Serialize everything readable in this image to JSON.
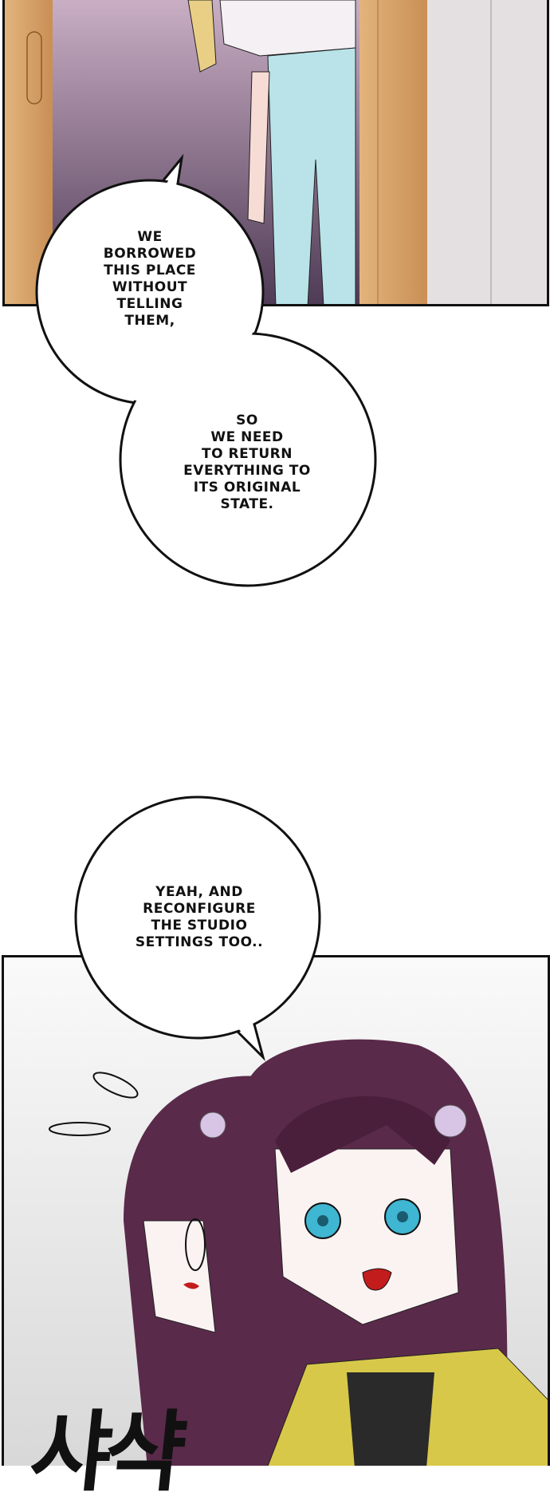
{
  "panels": [
    {
      "id": "panel-1",
      "scene": "doorway"
    },
    {
      "id": "panel-2",
      "scene": "two-girls"
    }
  ],
  "bubbles": [
    {
      "text": "WE\nBORROWED\nTHIS PLACE\nWITHOUT\nTELLING\nTHEM,"
    },
    {
      "text": "SO\nWE NEED\nTO RETURN\nEVERYTHING TO\nITS ORIGINAL\nSTATE."
    },
    {
      "text": "YEAH, AND\nRECONFIGURE\nTHE STUDIO\nSETTINGS TOO.."
    }
  ],
  "sfx": "샤샥",
  "colors": {
    "wood": "#d9a56a",
    "room": "#8a6f8d",
    "jeans": "#b9e3e8",
    "hair": "#5a2a4a",
    "eyes": "#3fb6d2",
    "jacket": "#d8c84a"
  }
}
